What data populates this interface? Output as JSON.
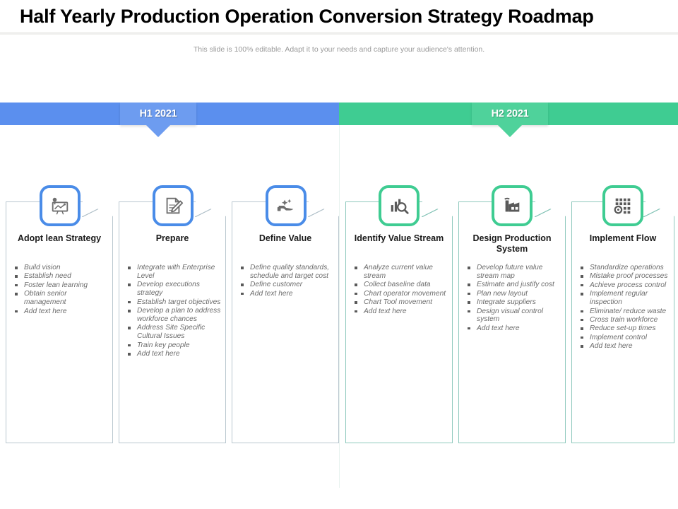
{
  "slide": {
    "title": "Half Yearly Production Operation Conversion Strategy Roadmap",
    "subtitle": "This slide is 100% editable. Adapt it to your needs and capture your audience's attention."
  },
  "halves": [
    {
      "label": "H1 2021",
      "color": "#5b8fee",
      "tab_color": "#6d9cf0"
    },
    {
      "label": "H2 2021",
      "color": "#3fcc92",
      "tab_color": "#4fd29b"
    }
  ],
  "columns": [
    {
      "title": "Adopt lean Strategy",
      "icon": "presentation-board-icon",
      "accent": "#4a8ce8",
      "bullets": [
        "Build vision",
        "Establish need",
        "Foster lean learning",
        "Obtain senior management",
        "Add text here"
      ]
    },
    {
      "title": "Prepare",
      "icon": "document-pencil-icon",
      "accent": "#4a8ce8",
      "bullets": [
        "Integrate with Enterprise Level",
        "Develop executions strategy",
        "Establish target objectives",
        "Develop a plan to address workforce chances",
        "Address Site Specific Cultural Issues",
        "Train key people",
        "Add text here"
      ]
    },
    {
      "title": "Define Value",
      "icon": "hand-sparkle-icon",
      "accent": "#4a8ce8",
      "bullets": [
        "Define quality standards, schedule and target cost",
        "Define customer",
        "Add text here"
      ]
    },
    {
      "title": "Identify Value Stream",
      "icon": "bar-chart-magnifier-icon",
      "accent": "#3fcc92",
      "bullets": [
        "Analyze current value stream",
        "Collect baseline data",
        "Chart operator movement",
        "Chart Tool movement",
        "Add text here"
      ]
    },
    {
      "title": "Design Production System",
      "icon": "factory-icon",
      "accent": "#3fcc92",
      "bullets": [
        "Develop future value stream map",
        "Estimate and justify cost",
        "Plan new layout",
        "Integrate suppliers",
        "Design visual control system",
        "Add text here"
      ]
    },
    {
      "title": "Implement Flow",
      "icon": "process-flow-gear-icon",
      "accent": "#3fcc92",
      "bullets": [
        "Standardize operations",
        "Mistake proof processes",
        "Achieve process control",
        "Implement regular inspection",
        "Eliminate/ reduce waste",
        "Cross train workforce",
        "Reduce set-up times",
        "Implement control",
        "Add text here"
      ]
    }
  ]
}
